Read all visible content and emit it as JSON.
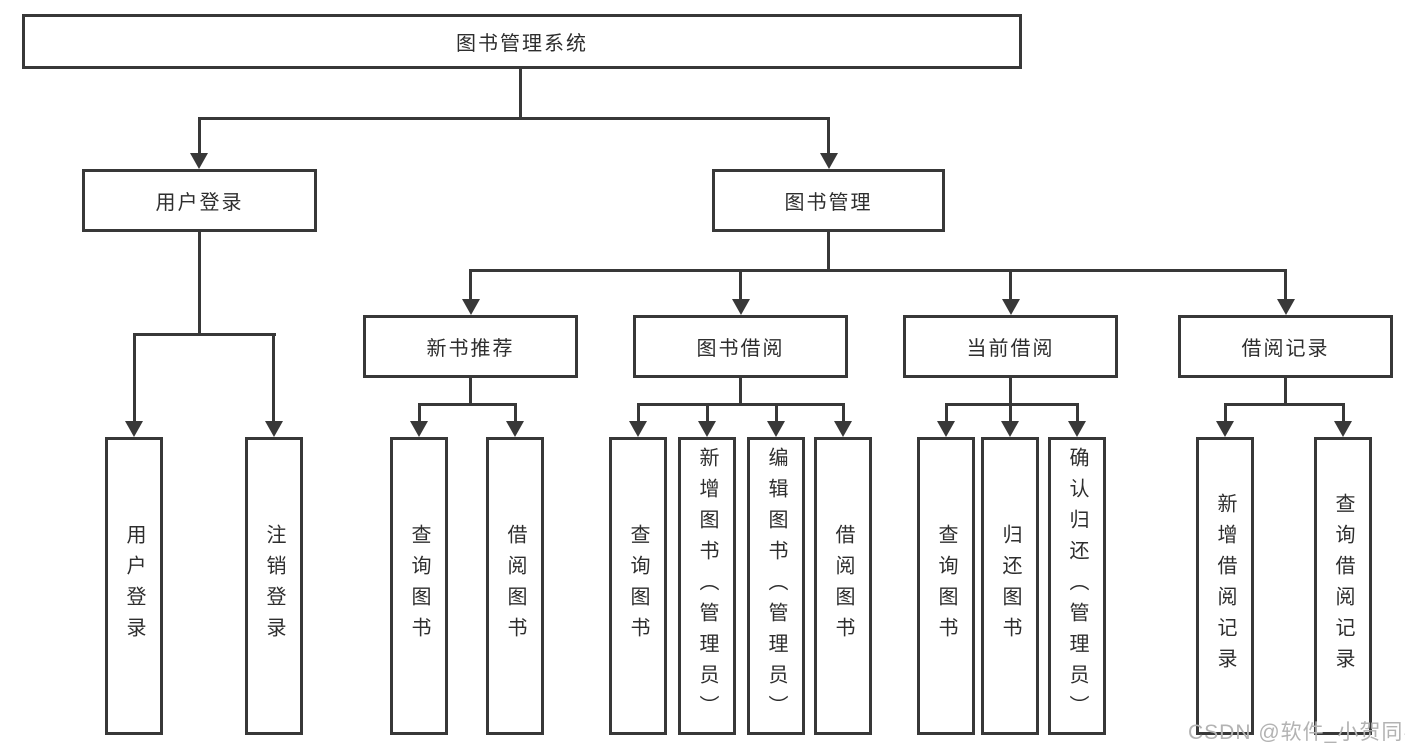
{
  "tree": {
    "label": "图书管理系统",
    "children": [
      {
        "label": "用户登录",
        "children": [
          {
            "label": "用户登录"
          },
          {
            "label": "注销登录"
          }
        ]
      },
      {
        "label": "图书管理",
        "children": [
          {
            "label": "新书推荐",
            "children": [
              {
                "label": "查询图书"
              },
              {
                "label": "借阅图书"
              }
            ]
          },
          {
            "label": "图书借阅",
            "children": [
              {
                "label": "查询图书"
              },
              {
                "label": "新增图书（管理员）"
              },
              {
                "label": "编辑图书（管理员）"
              },
              {
                "label": "借阅图书"
              }
            ]
          },
          {
            "label": "当前借阅",
            "children": [
              {
                "label": "查询图书"
              },
              {
                "label": "归还图书"
              },
              {
                "label": "确认归还（管理员）"
              }
            ]
          },
          {
            "label": "借阅记录",
            "children": [
              {
                "label": "新增借阅记录"
              },
              {
                "label": "查询借阅记录"
              }
            ]
          }
        ]
      }
    ]
  },
  "watermark": {
    "text": "CSDN @软件_小贺同学"
  },
  "colors": {
    "line": "#383838",
    "box_border": "#383838",
    "text": "#2e2e2e",
    "watermark": "#b3b3b3",
    "background": "#ffffff"
  }
}
